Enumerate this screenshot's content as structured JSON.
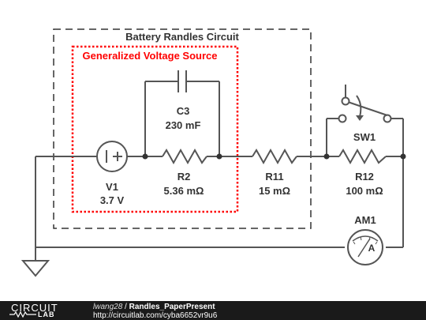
{
  "circuit": {
    "outer_box_label": "Battery Randles Circuit",
    "inner_box_label": "Generalized Voltage Source",
    "components": [
      {
        "id": "V1",
        "name": "V1",
        "value": "3.7 V"
      },
      {
        "id": "C3",
        "name": "C3",
        "value": "230 mF"
      },
      {
        "id": "R2",
        "name": "R2",
        "value": "5.36 mΩ"
      },
      {
        "id": "R11",
        "name": "R11",
        "value": "15 mΩ"
      },
      {
        "id": "R12",
        "name": "R12",
        "value": "100 mΩ"
      },
      {
        "id": "SW1",
        "name": "SW1",
        "value": ""
      },
      {
        "id": "AM1",
        "name": "AM1",
        "value": ""
      }
    ],
    "ammeter_symbol": "A"
  },
  "footer": {
    "logo_top": "CIRCUIT",
    "logo_bottom": "LAB",
    "user": "lwang28",
    "separator": " / ",
    "title": "Randles_PaperPresent",
    "url": "http://circuitlab.com/cyba6652vr9u6"
  },
  "colors": {
    "wire": "#555555",
    "text": "#333333",
    "highlight": "#ff0000",
    "footer_bg": "#1a1a1a"
  }
}
